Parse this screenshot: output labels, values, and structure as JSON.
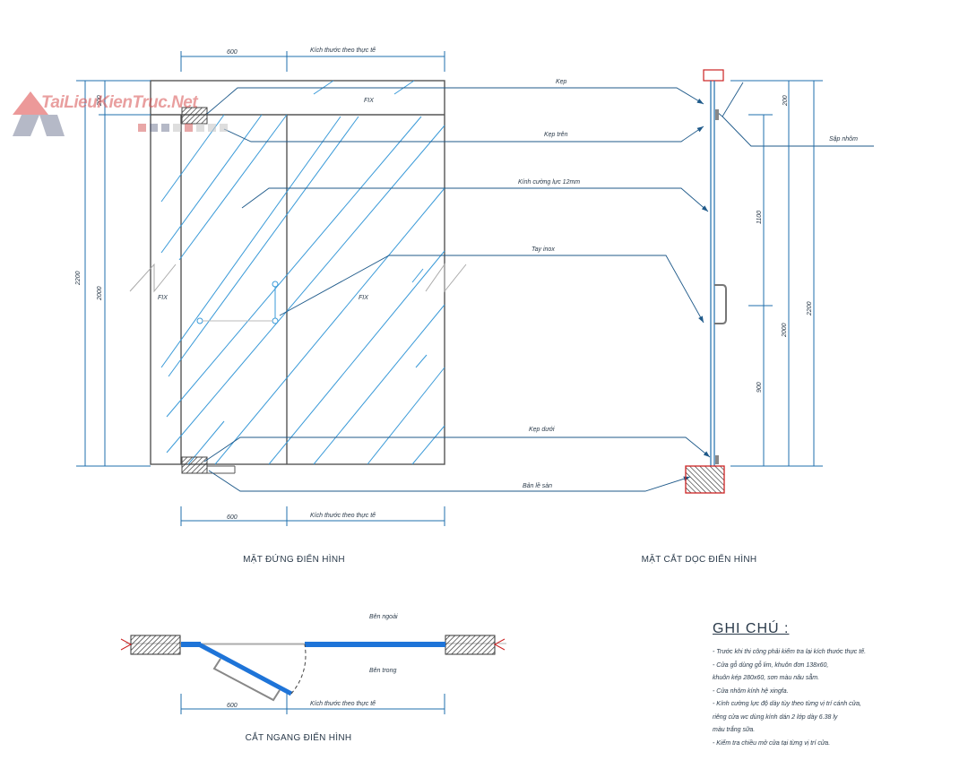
{
  "elevation": {
    "title": "MẶT ĐỨNG ĐIỂN HÌNH",
    "dim_top_left": "600",
    "dim_top_right": "Kích thước theo thực tế",
    "dim_bottom_left": "600",
    "dim_bottom_right": "Kích thước theo thực tế",
    "dim_left_outer": "2200",
    "dim_left_inner_top": "200",
    "dim_left_inner": "2000",
    "label_fix_top": "FIX",
    "label_fix_left": "FIX",
    "label_fix_right": "FIX"
  },
  "section": {
    "title": "MẶT CẮT DỌC ĐIỂN HÌNH",
    "dim_200": "200",
    "dim_1100": "1100",
    "dim_900": "900",
    "dim_2000": "2000",
    "dim_2200": "2200",
    "label_sap_nhom": "Sập nhôm"
  },
  "callouts": {
    "kep": "Kẹp",
    "kep_tren": "Kẹp trên",
    "kinh": "Kính cường lực 12mm",
    "tay_inox": "Tay inox",
    "kep_duoi": "Kẹp dưới",
    "ban_le_san": "Bản lề sàn"
  },
  "plan": {
    "title": "CẮT NGANG ĐIỂN HÌNH",
    "ben_ngoai": "Bên ngoài",
    "ben_trong": "Bên trong",
    "dim_left": "600",
    "dim_right": "Kích thước theo thực tế"
  },
  "notes": {
    "heading": "GHI CHÚ :",
    "items": [
      "- Trước khi thi công phải kiểm tra lại kích thước thực tế.",
      "- Cửa gỗ dùng gỗ lim, khuôn đơn 138x60,",
      "khuôn kép 280x60, sơn màu nâu sẫm.",
      "- Cửa nhôm kính hệ xingfa.",
      "- Kính cường lực độ dày tùy theo từng vị trí cánh cửa,",
      "riêng cửa wc dùng kính dán 2 lớp dày 6.38 ly",
      "màu trắng sữa.",
      "- Kiểm tra chiều mở cửa tại từng vị trí cửa."
    ]
  },
  "logo": {
    "text": "TaiLieuKienTruc.Net"
  },
  "colors": {
    "dimension": "#1f6fae",
    "glass": "#3a9ad8",
    "hatch_red": "#cc2222",
    "plan_glass": "#1e74d8"
  }
}
